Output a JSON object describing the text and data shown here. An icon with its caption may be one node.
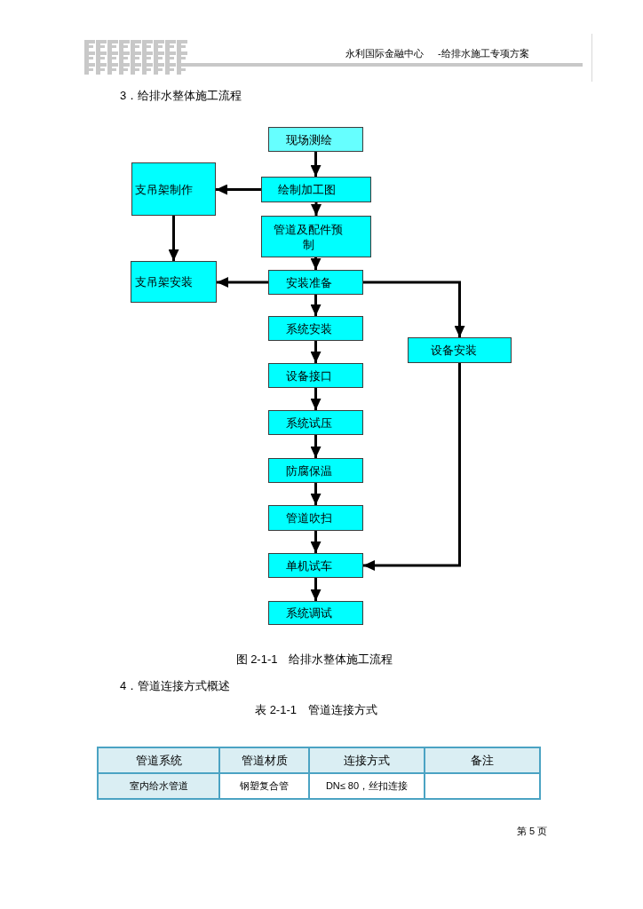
{
  "diagram": {
    "title": "3．给排水整体施工流程",
    "caption": "图 2-1-1　给排水整体施工流程",
    "nodes": [
      {
        "text": [
          "现场测绘"
        ]
      },
      {
        "text": [
          "支吊架制作"
        ]
      },
      {
        "text": [
          "绘制加工图"
        ]
      },
      {
        "text": [
          "管道及配件预制"
        ]
      },
      {
        "text": [
          "支吊架安装"
        ]
      },
      {
        "text": [
          "安装准备"
        ]
      },
      {
        "text": [
          "系统安装"
        ]
      },
      {
        "text": [
          "设备安装"
        ]
      },
      {
        "text": [
          "设备接口"
        ]
      },
      {
        "text": [
          "系统试压"
        ]
      },
      {
        "text": [
          "防腐保温"
        ]
      },
      {
        "text": [
          "管道吹扫"
        ]
      },
      {
        "text": [
          "单机试车"
        ]
      },
      {
        "text": [
          "系统调试"
        ]
      }
    ],
    "edges": [
      {
        "from": 0,
        "to": 2,
        "arrow": "to"
      },
      {
        "from": 2,
        "to": 1,
        "arrow": "to"
      },
      {
        "from": 2,
        "to": 3,
        "arrow": "to"
      },
      {
        "from": 1,
        "to": 4,
        "arrow": "to"
      },
      {
        "from": 3,
        "to": 5,
        "arrow": "to"
      },
      {
        "from": 5,
        "to": 4,
        "arrow": "to"
      },
      {
        "from": 5,
        "to": 6,
        "arrow": "to"
      },
      {
        "from": 5,
        "to": 7,
        "arrow": "to"
      },
      {
        "from": 6,
        "to": 8,
        "arrow": "to"
      },
      {
        "from": 8,
        "to": 9,
        "arrow": "to"
      },
      {
        "from": 9,
        "to": 10,
        "arrow": "to"
      },
      {
        "from": 10,
        "to": 11,
        "arrow": "to"
      },
      {
        "from": 11,
        "to": 12,
        "arrow": "to"
      },
      {
        "from": 7,
        "to": 12,
        "arrow": "to"
      },
      {
        "from": 12,
        "to": 13,
        "arrow": "to"
      }
    ],
    "labels": [
      "永利国际金融中心",
      "-给排水施工专项方案",
      "4．管道连接方式概述",
      "表 2-1-1　管道连接方式",
      "管道系统",
      "管道材质",
      "连接方式",
      "备注",
      "室内给水管道",
      "钢塑复合管",
      "DN≤ 80，丝扣连接",
      "第 5 页"
    ]
  }
}
